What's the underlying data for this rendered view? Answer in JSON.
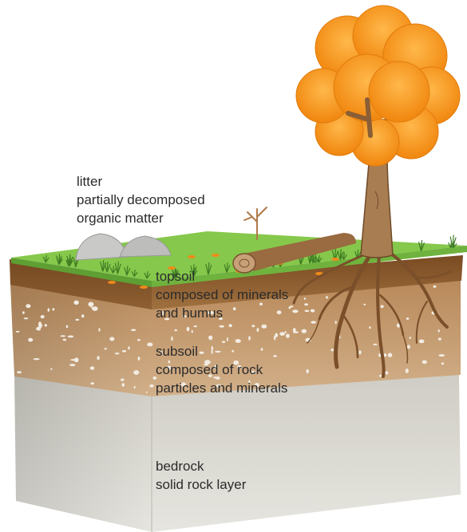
{
  "labels": {
    "litter": {
      "name": "litter",
      "description_line1": "partially decomposed",
      "description_line2": "organic matter"
    },
    "topsoil": {
      "name": "topsoil",
      "description_line1": "composed of minerals",
      "description_line2": "and humus"
    },
    "subsoil": {
      "name": "subsoil",
      "description_line1": "composed of rock",
      "description_line2": "particles  and minerals"
    },
    "bedrock": {
      "name": "bedrock",
      "description_line1": "solid rock layer"
    }
  },
  "colors": {
    "grass": "#7dc243",
    "grass_dark": "#4f9a2c",
    "topsoil": "#8a5a30",
    "subsoil": "#c49a68",
    "bedrock": "#d9d8d0",
    "tree_foliage": "#f39a1e",
    "tree_trunk": "#a87b50"
  },
  "icons": {
    "tree": "deciduous-tree-autumn",
    "rocks": "boulders",
    "log": "fallen-log",
    "roots": "tree-roots"
  }
}
